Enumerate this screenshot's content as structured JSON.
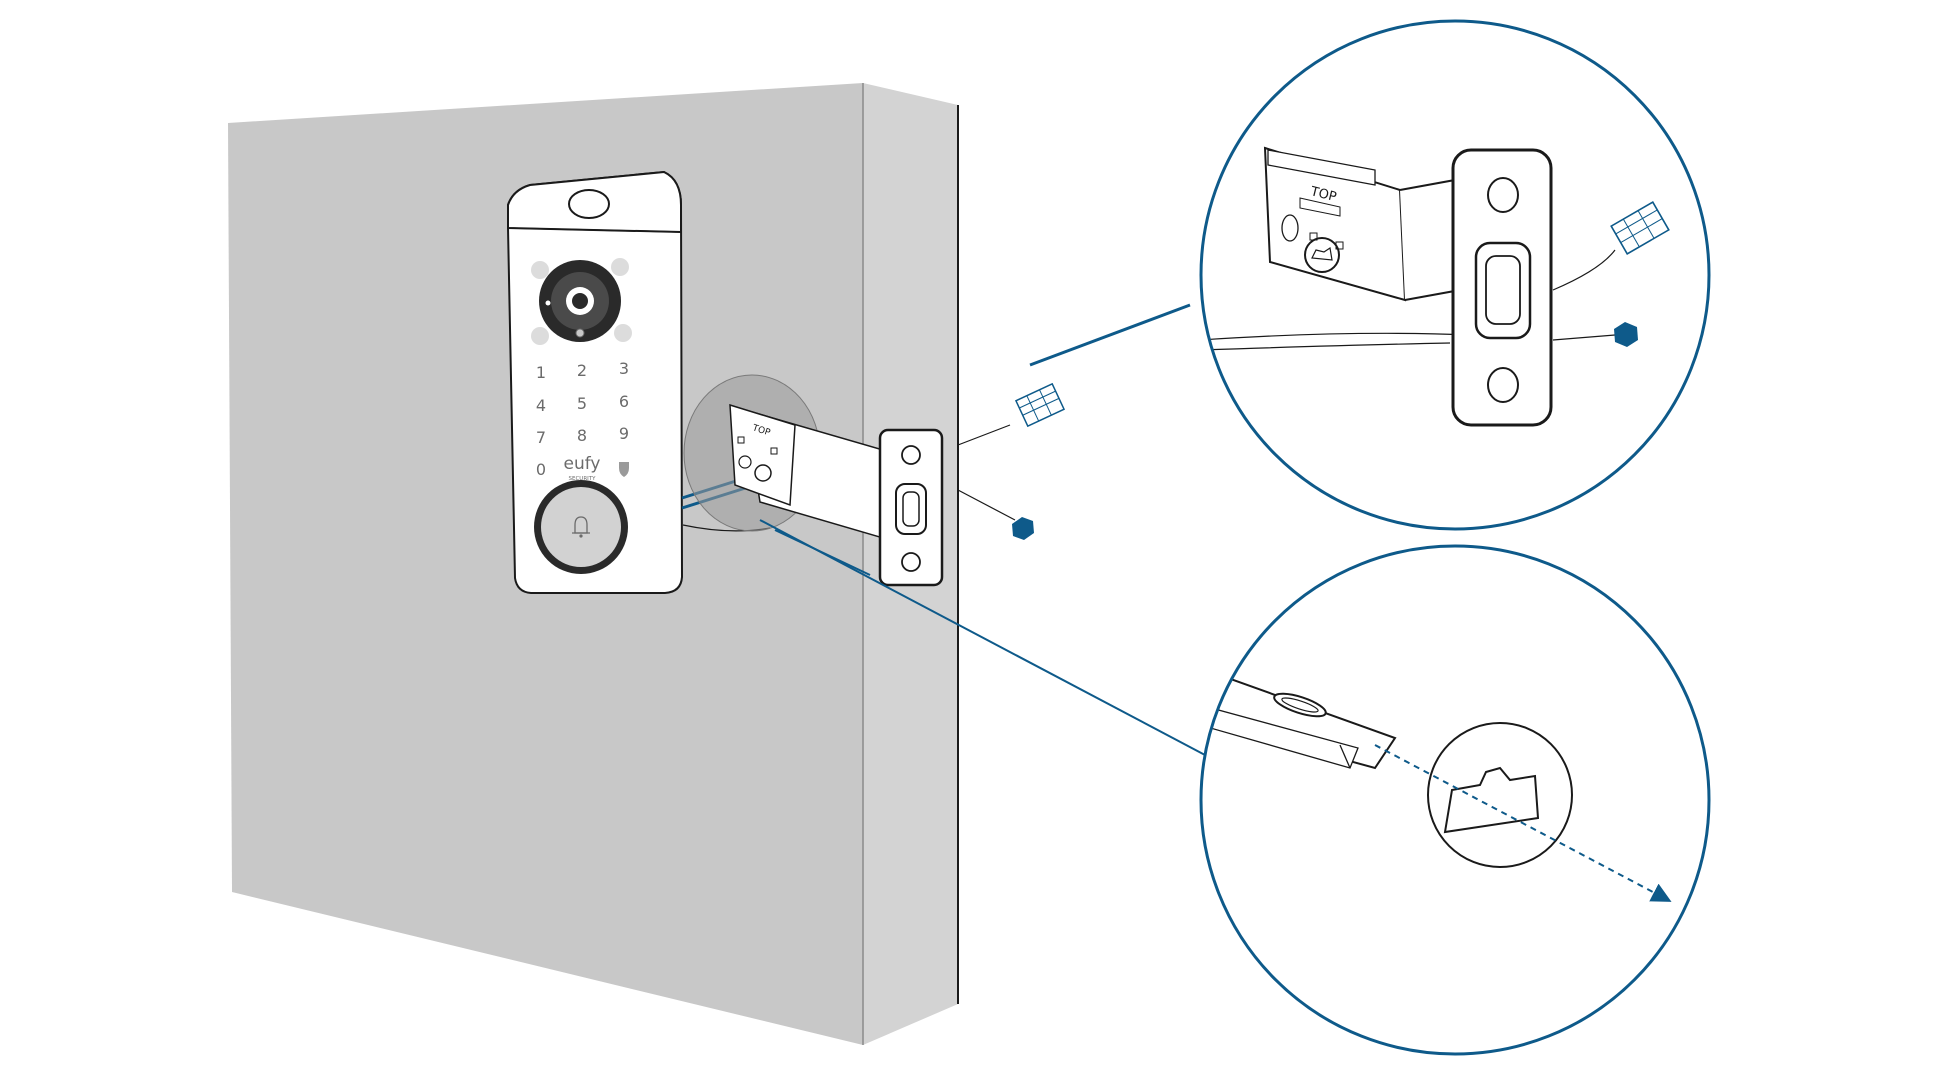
{
  "device": {
    "brand": "eufy",
    "brand_sub": "SECURITY",
    "keypad": [
      "1",
      "2",
      "3",
      "4",
      "5",
      "6",
      "7",
      "8",
      "9",
      "0"
    ]
  },
  "latch": {
    "top_label": "TOP"
  },
  "colors": {
    "door_face": "#c8c8c8",
    "door_edge": "#d3d3d3",
    "accent_blue": "#0e5a8a",
    "outline": "#1a1a1a"
  },
  "icons": {
    "bell": "bell-icon",
    "shield": "shield-icon",
    "camera": "camera-lens-icon",
    "cable_connector": "cable-connector-icon",
    "hex_nut": "hex-nut-icon"
  }
}
